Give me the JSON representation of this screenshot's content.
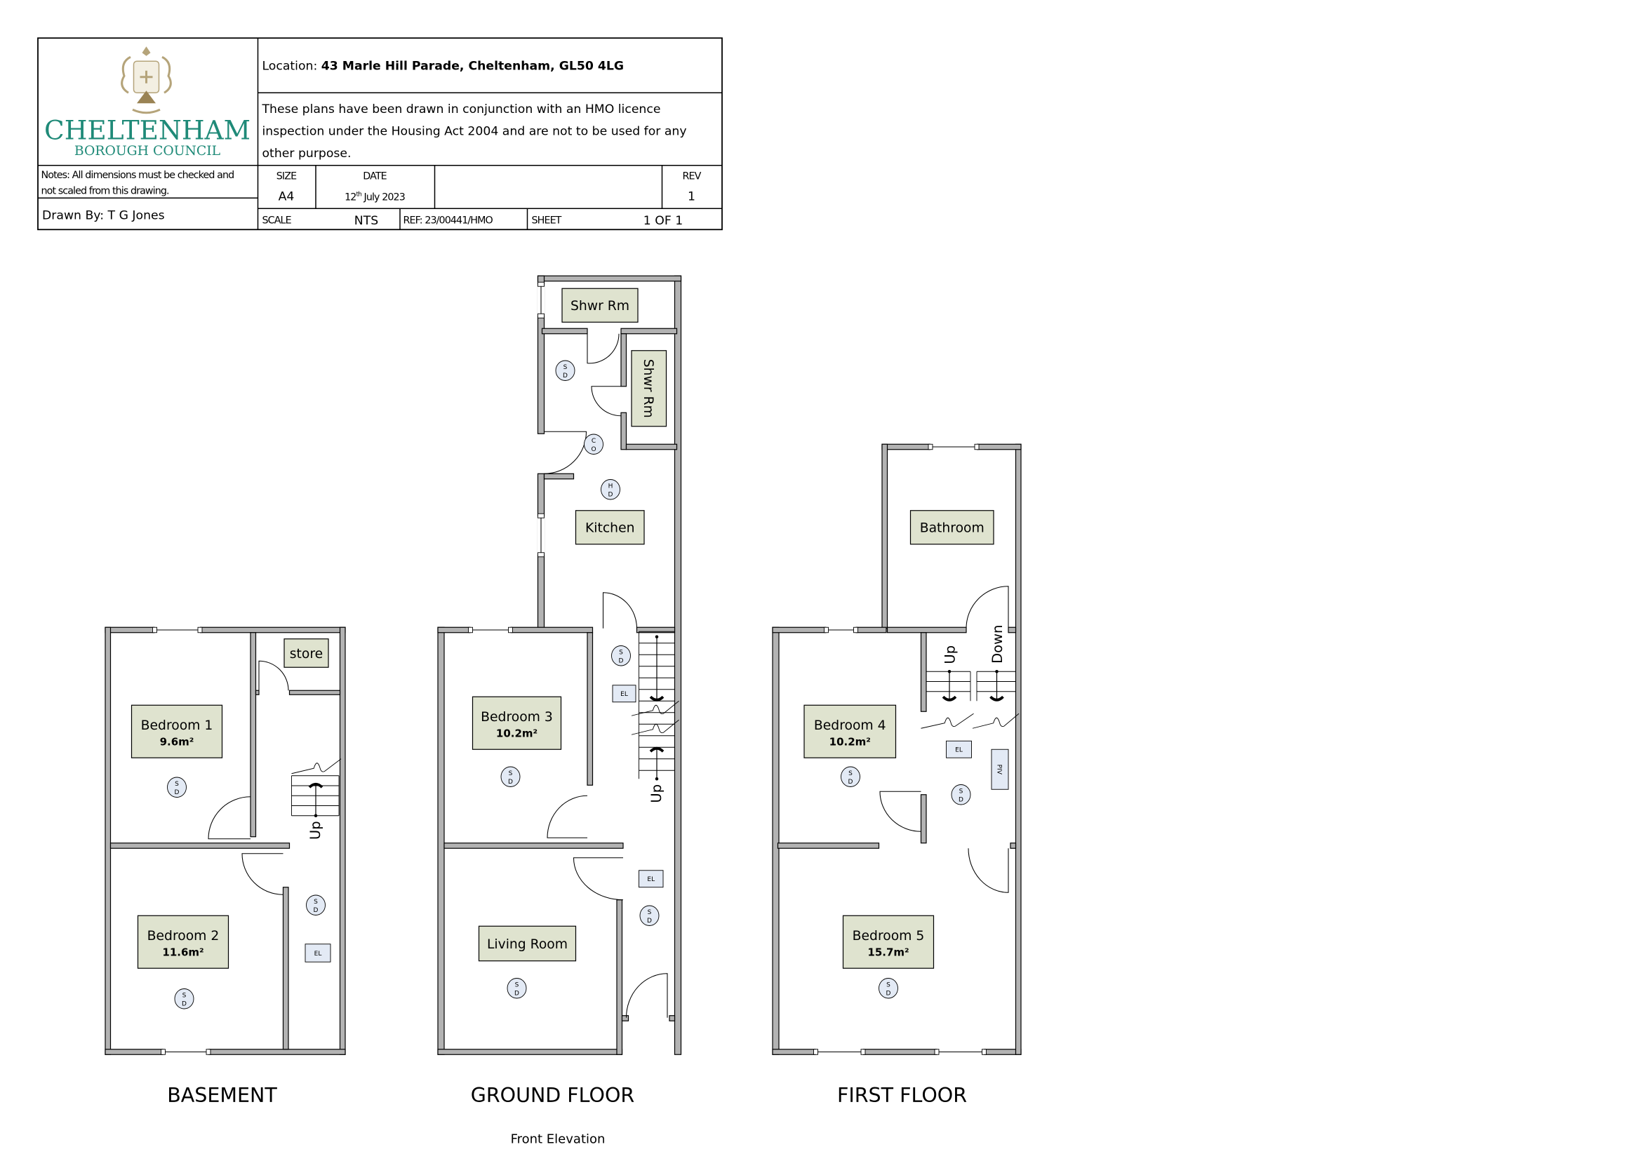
{
  "title_block": {
    "logo_name": "CHELTENHAM",
    "logo_sub": "BOROUGH COUNCIL",
    "location_label": "Location: ",
    "location_value": "43 Marle Hill Parade, Cheltenham, GL50 4LG",
    "disclaimer_lines": [
      "These plans have been drawn in conjunction with an HMO licence",
      "inspection under the Housing Act 2004 and are not to be used for any",
      "other purpose."
    ],
    "notes_lines": [
      "Notes: All dimensions must be checked and",
      "not scaled from this drawing."
    ],
    "drawn_by": "Drawn By: T G Jones",
    "size_label": "SIZE",
    "size_value": "A4",
    "date_label": "DATE",
    "date_day": "12",
    "date_suffix": "th",
    "date_rest": " July 2023",
    "rev_label": "REV",
    "rev_value": "1",
    "scale_label": "SCALE",
    "scale_value": "NTS",
    "ref": "REF: 23/00441/HMO",
    "sheet_label": "SHEET",
    "sheet_value": "1 OF 1"
  },
  "symbols": {
    "smoke": [
      "S",
      "D"
    ],
    "heat": [
      "H",
      "D"
    ],
    "co": [
      "C",
      "O"
    ],
    "electric": "EL",
    "piv": "PIV",
    "up": "Up",
    "down": "Down"
  },
  "floors": {
    "basement": {
      "title": "BASEMENT",
      "rooms": {
        "store": {
          "name": "store"
        },
        "bedroom1": {
          "name": "Bedroom 1",
          "area": "9.6m²"
        },
        "bedroom2": {
          "name": "Bedroom 2",
          "area": "11.6m²"
        }
      }
    },
    "ground": {
      "title": "GROUND FLOOR",
      "rooms": {
        "shower1": {
          "name": "Shwr Rm"
        },
        "shower2": {
          "name": "Shwr Rm"
        },
        "kitchen": {
          "name": "Kitchen"
        },
        "bedroom3": {
          "name": "Bedroom 3",
          "area": "10.2m²"
        },
        "living": {
          "name": "Living Room"
        }
      },
      "footer": "Front Elevation"
    },
    "first": {
      "title": "FIRST FLOOR",
      "rooms": {
        "bathroom": {
          "name": "Bathroom"
        },
        "bedroom4": {
          "name": "Bedroom 4",
          "area": "10.2m²"
        },
        "bedroom5": {
          "name": "Bedroom 5",
          "area": "15.7m²"
        }
      }
    }
  }
}
